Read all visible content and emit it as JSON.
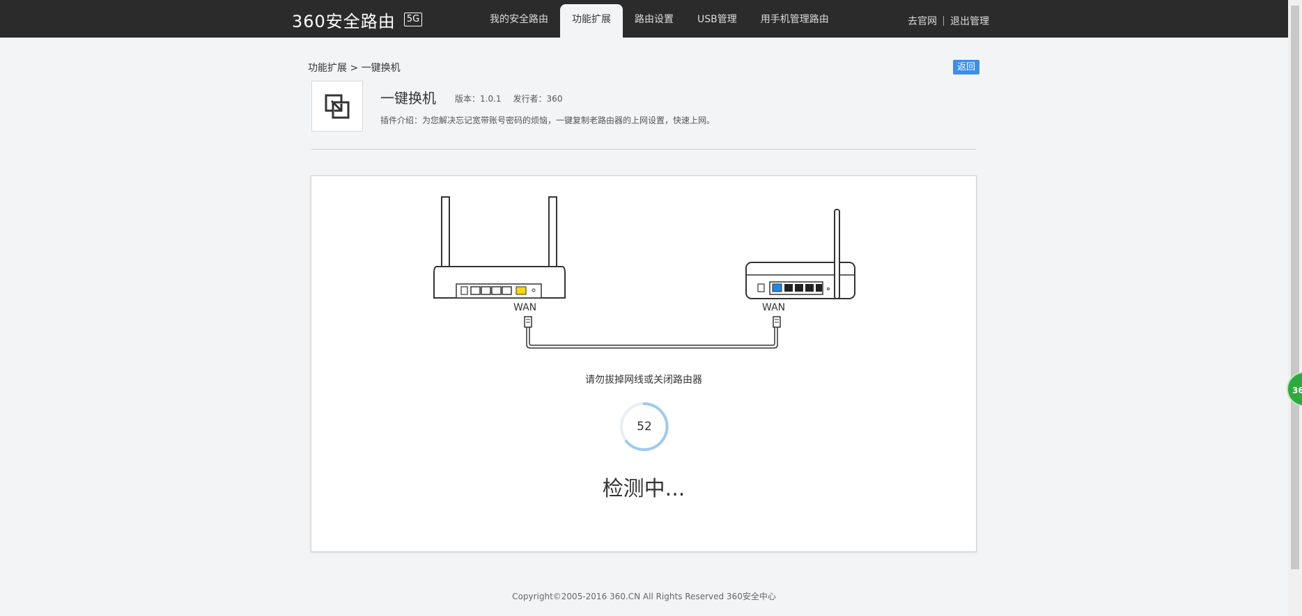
{
  "header": {
    "logo_text": "360安全路由",
    "logo_badge": "5G",
    "nav": [
      {
        "label": "我的安全路由"
      },
      {
        "label": "功能扩展"
      },
      {
        "label": "路由设置"
      },
      {
        "label": "USB管理"
      },
      {
        "label": "用手机管理路由"
      }
    ],
    "links": {
      "site": "去官网",
      "logout": "退出管理"
    }
  },
  "page": {
    "breadcrumb": "功能扩展 > 一键换机",
    "back_label": "返回",
    "plugin": {
      "title": "一键换机",
      "version": "版本：1.0.1",
      "publisher": "发行者：360",
      "description": "插件介绍：为您解决忘记宽带账号密码的烦恼，一键复制老路由器的上网设置，快速上网。"
    }
  },
  "panel": {
    "wan_left": "WAN",
    "wan_right": "WAN",
    "warning": "请勿拔掉网线或关闭路由器",
    "progress_value": "52",
    "status": "检测中..."
  },
  "footer": {
    "copyright": "Copyright©2005-2016 360.CN All Rights Reserved 360安全中心"
  },
  "float_badge": "36"
}
